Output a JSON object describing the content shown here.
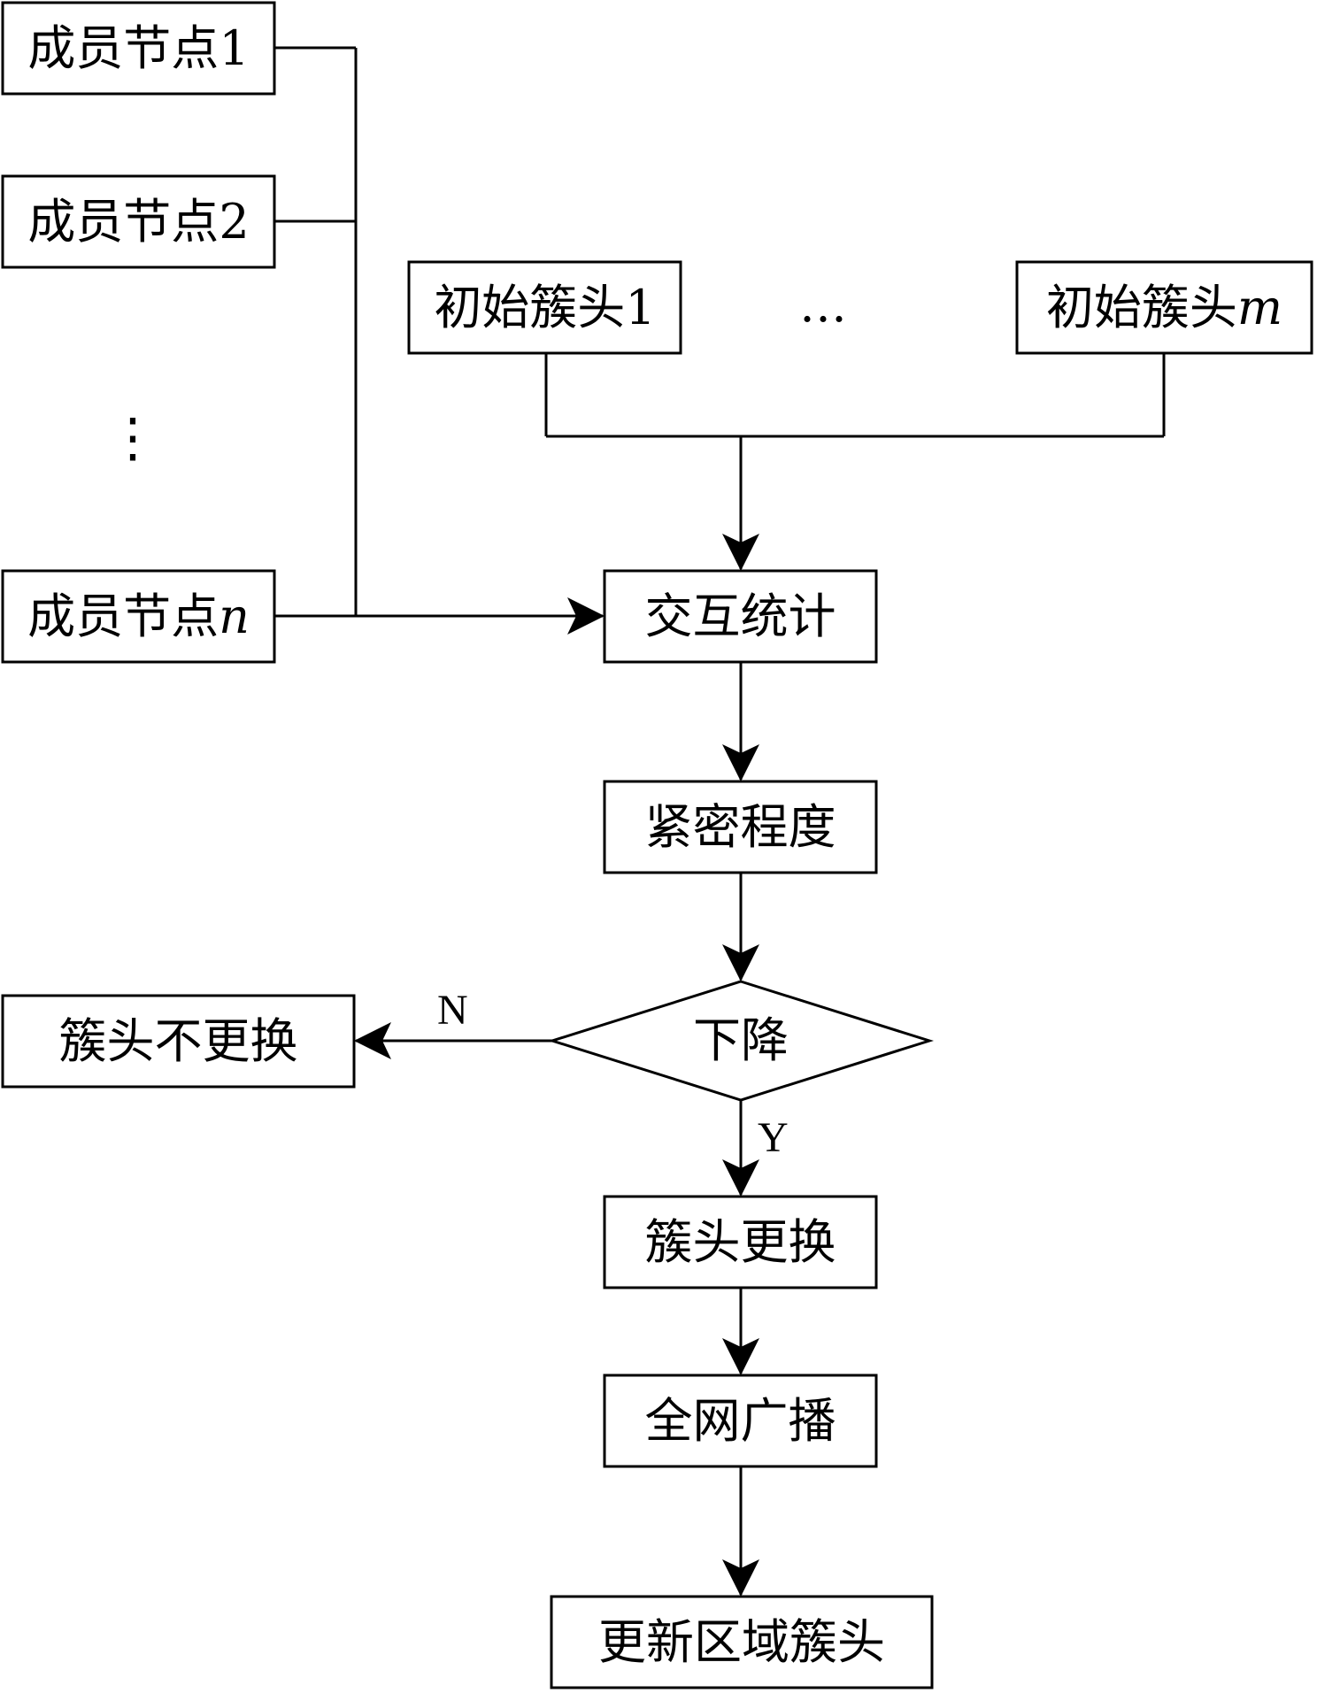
{
  "members": [
    {
      "label": "成员节点",
      "suffix": "1",
      "suffix_italic": false
    },
    {
      "label": "成员节点",
      "suffix": "2",
      "suffix_italic": false
    },
    {
      "label": "成员节点",
      "suffix": "n",
      "suffix_italic": true
    }
  ],
  "member_ellipsis": "⋮",
  "initial_heads": [
    {
      "label": "初始簇头",
      "suffix": "1",
      "suffix_italic": false
    },
    {
      "label": "初始簇头",
      "suffix": "m",
      "suffix_italic": true
    }
  ],
  "head_ellipsis": "…",
  "steps": {
    "interaction": "交互统计",
    "closeness": "紧密程度",
    "decision": "下降",
    "no_change": "簇头不更换",
    "change": "簇头更换",
    "broadcast": "全网广播",
    "update": "更新区域簇头"
  },
  "edge_labels": {
    "no": "N",
    "yes": "Y"
  },
  "colors": {
    "stroke": "#000000",
    "background": "#ffffff"
  }
}
